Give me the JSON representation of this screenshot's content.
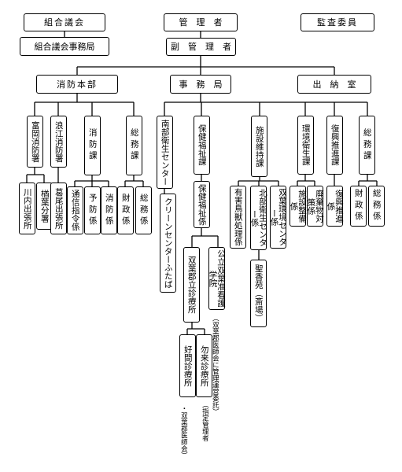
{
  "top": {
    "council": "組合議会",
    "council_office": "組合議会事務局",
    "manager": "管　理　者",
    "vice_manager": "副　管　理　者",
    "auditors": "監査委員"
  },
  "departments": {
    "fire": "消防本部",
    "secretariat": "事　務　局",
    "treasury": "出　納　室"
  },
  "fire": {
    "tomioka": "富岡消防署",
    "namie": "浪江消防署",
    "fire_div": "消防課",
    "general": "総務課",
    "kawauchi": "川内出張所",
    "naraha": "楢葉分署",
    "katsurao": "葛尾出張所",
    "command": "通信指令係",
    "prevention": "予防係",
    "firefighting": "消防係",
    "finance": "財政係",
    "general_affairs": "総務係"
  },
  "secretariat": {
    "nanbu": "南部衛生センター",
    "clean": "クリーンセンターふたば",
    "health_div": "保健福祉課",
    "health_sec": "保健福祉係",
    "hospital": "双葉郡立診療所",
    "nursing": "公立双葉准看護学院",
    "nursing_note": "（双葉郡医師会に管理運営委託）",
    "kouma": "好間診療所",
    "nakoso": "勿来診療所",
    "nakoso_note1": "（指定管理者",
    "nakoso_note2": "・双葉郡医師会）",
    "facility_div": "施設維持課",
    "yugai": "有害鳥獣処理係",
    "hokubu": "北部衛生センター係",
    "futaba_env": "双葉環境センター係",
    "seikouen": "聖香苑（斎場）",
    "env_div": "環境衛生課",
    "facility_maint": "施設整備係",
    "waste": "廃棄物対策係",
    "recovery_div": "復興推進課",
    "recovery_sec": "復興推進係",
    "general_div": "総務課",
    "finance_sec": "財政係",
    "general_sec": "総務係"
  }
}
